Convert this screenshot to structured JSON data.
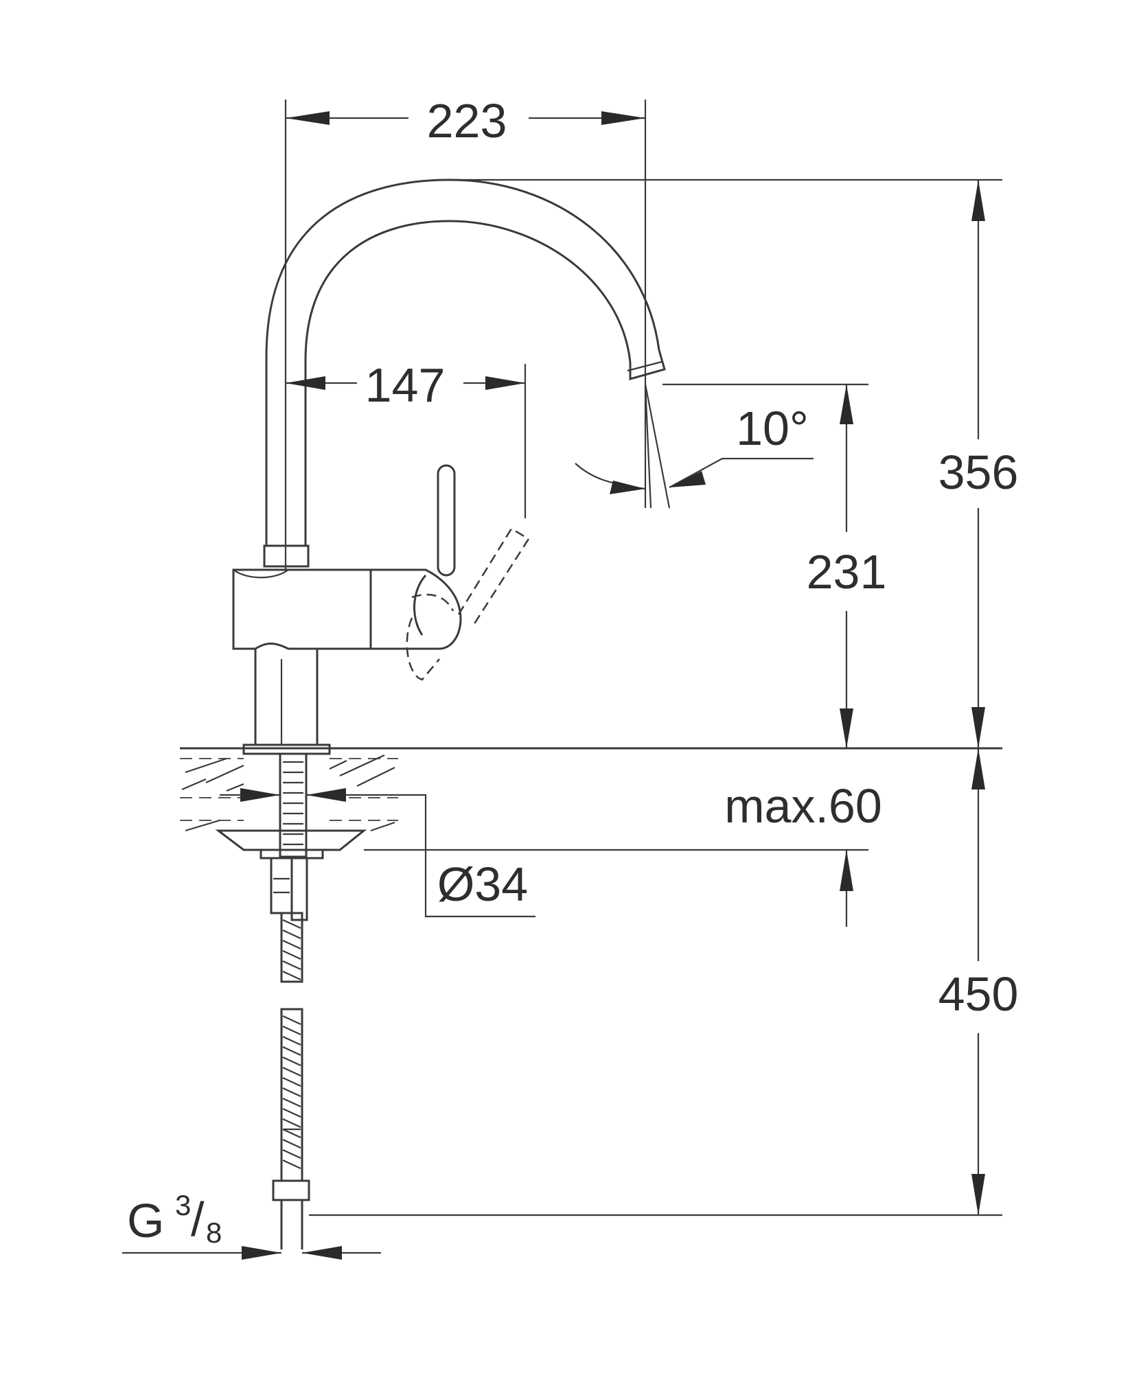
{
  "dimensions": {
    "spout_reach": "223",
    "lever_reach": "147",
    "spout_angle": "10°",
    "total_height": "356",
    "spout_height": "231",
    "max_counter_thickness": "max.60",
    "hole_diameter": "Ø34",
    "hose_length": "450",
    "thread_prefix": "G",
    "thread_num": "3",
    "thread_den": "8"
  },
  "colors": {
    "line": "#3a3a3a",
    "background": "#ffffff"
  }
}
